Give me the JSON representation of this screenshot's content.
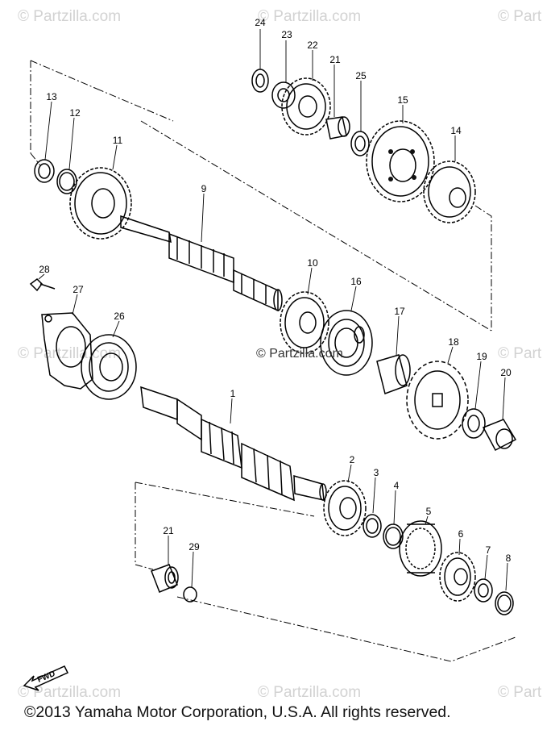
{
  "watermarks": [
    "© Partzilla.com",
    "© Partzilla.com",
    "© Part",
    "© Partzilla.com",
    "© Part",
    "© Partzilla.com",
    "© Partzilla.com",
    "© Part"
  ],
  "center_watermark": "© Partzilla.com",
  "callouts": [
    "24",
    "23",
    "22",
    "21",
    "25",
    "15",
    "14",
    "13",
    "12",
    "11",
    "9",
    "28",
    "27",
    "26",
    "10",
    "16",
    "17",
    "18",
    "19",
    "20",
    "1",
    "2",
    "3",
    "4",
    "5",
    "6",
    "7",
    "8",
    "21",
    "29"
  ],
  "fwd_label": "FWD",
  "copyright": "©2013 Yamaha Motor Corporation, U.S.A. All rights reserved."
}
